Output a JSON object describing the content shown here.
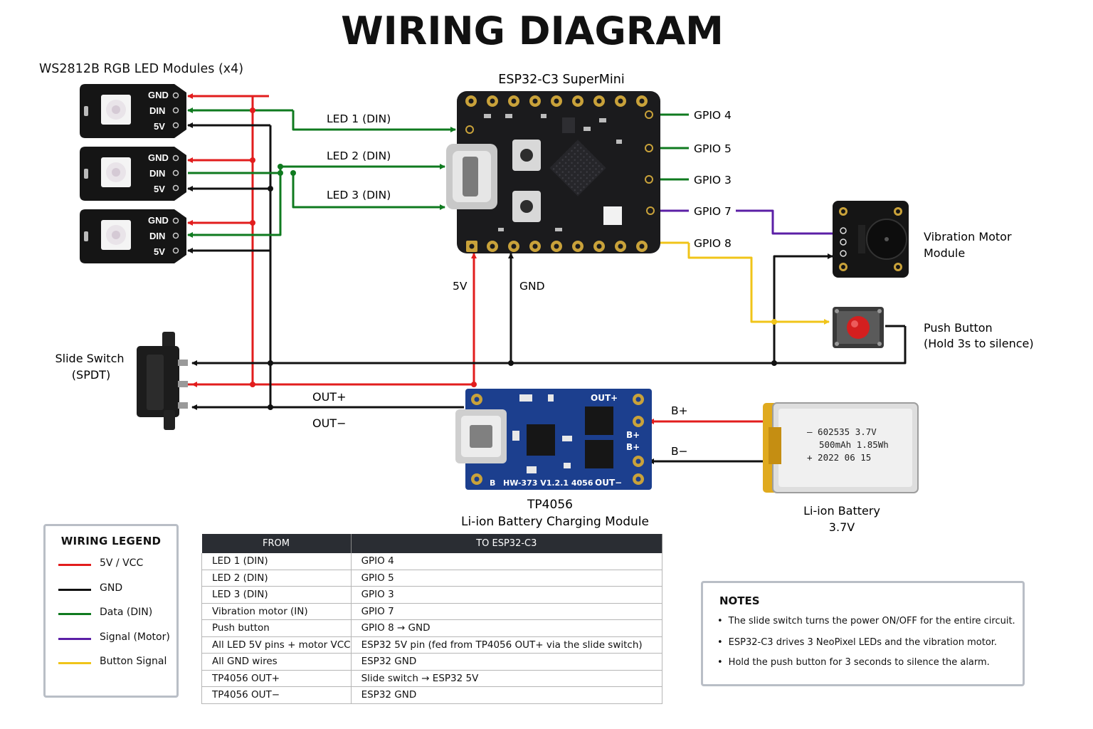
{
  "title": "WIRING DIAGRAM",
  "colors": {
    "vcc": "#e21d1d",
    "gnd": "#111111",
    "data": "#0f7a1f",
    "motor_signal": "#5b1fa6",
    "button_signal": "#f0c419",
    "esp_board": "#1b1b1d",
    "tp4056_board": "#1c3f8e"
  },
  "labels": {
    "led_group": "WS2812B RGB LED Modules (x4)",
    "esp32": "ESP32-C3 SuperMini",
    "led_pins": [
      "GND",
      "DIN",
      "5V"
    ],
    "wire_led1": "LED 1 (DIN)",
    "wire_led2": "LED 2 (DIN)",
    "wire_led3": "LED 3 (DIN)",
    "gpio4": "GPIO 4",
    "gpio5": "GPIO 5",
    "gpio3": "GPIO 3",
    "gpio7": "GPIO 7",
    "gpio8": "GPIO 8",
    "esp_5v": "5V",
    "esp_gnd": "GND",
    "vibration_line1": "Vibration Motor",
    "vibration_line2": "Module",
    "button_line1": "Push Button",
    "button_line2": "(Hold 3s to silence)",
    "switch_line1": "Slide Switch",
    "switch_line2": "(SPDT)",
    "out_plus": "OUT+",
    "out_minus": "OUT−",
    "b_plus": "B+",
    "b_minus": "B−",
    "tp_line1": "TP4056",
    "tp_line2": "Li-ion Battery Charging Module",
    "battery_line1": "Li-ion Battery",
    "battery_line2": "3.7V"
  },
  "tp4056_silk": {
    "out_plus": "OUT+",
    "out_minus": "OUT−",
    "b_plus": "B+",
    "b_plus_2": "B+",
    "model": "HW-373 V1.2.1  4056",
    "b_corner": "B"
  },
  "battery_print": {
    "line1": "–  602535 3.7V",
    "line2": "500mAh  1.85Wh",
    "line3": "+  2022  06  15"
  },
  "legend": {
    "title": "WIRING LEGEND",
    "items": [
      {
        "label": "5V / VCC",
        "color": "#e21d1d"
      },
      {
        "label": "GND",
        "color": "#111111"
      },
      {
        "label": "Data (DIN)",
        "color": "#0f7a1f"
      },
      {
        "label": "Signal (Motor)",
        "color": "#5b1fa6"
      },
      {
        "label": "Button Signal",
        "color": "#f0c419"
      }
    ]
  },
  "table": {
    "headers": [
      "FROM",
      "TO ESP32-C3"
    ],
    "rows": [
      [
        "LED 1 (DIN)",
        "GPIO 4"
      ],
      [
        "LED 2 (DIN)",
        "GPIO 5"
      ],
      [
        "LED 3 (DIN)",
        "GPIO 3"
      ],
      [
        "Vibration motor (IN)",
        "GPIO 7"
      ],
      [
        "Push button",
        "GPIO 8 → GND"
      ],
      [
        "All LED 5V pins + motor VCC",
        "ESP32 5V pin (fed from TP4056 OUT+ via the slide switch)"
      ],
      [
        "All GND wires",
        "ESP32 GND"
      ],
      [
        "TP4056 OUT+",
        "Slide switch → ESP32 5V"
      ],
      [
        "TP4056 OUT−",
        "ESP32 GND"
      ]
    ]
  },
  "notes": {
    "title": "NOTES",
    "items": [
      "The slide switch turns the power ON/OFF for the entire circuit.",
      "ESP32-C3 drives 3 NeoPixel LEDs and the vibration motor.",
      "Hold the push button for 3 seconds to silence the alarm."
    ]
  }
}
